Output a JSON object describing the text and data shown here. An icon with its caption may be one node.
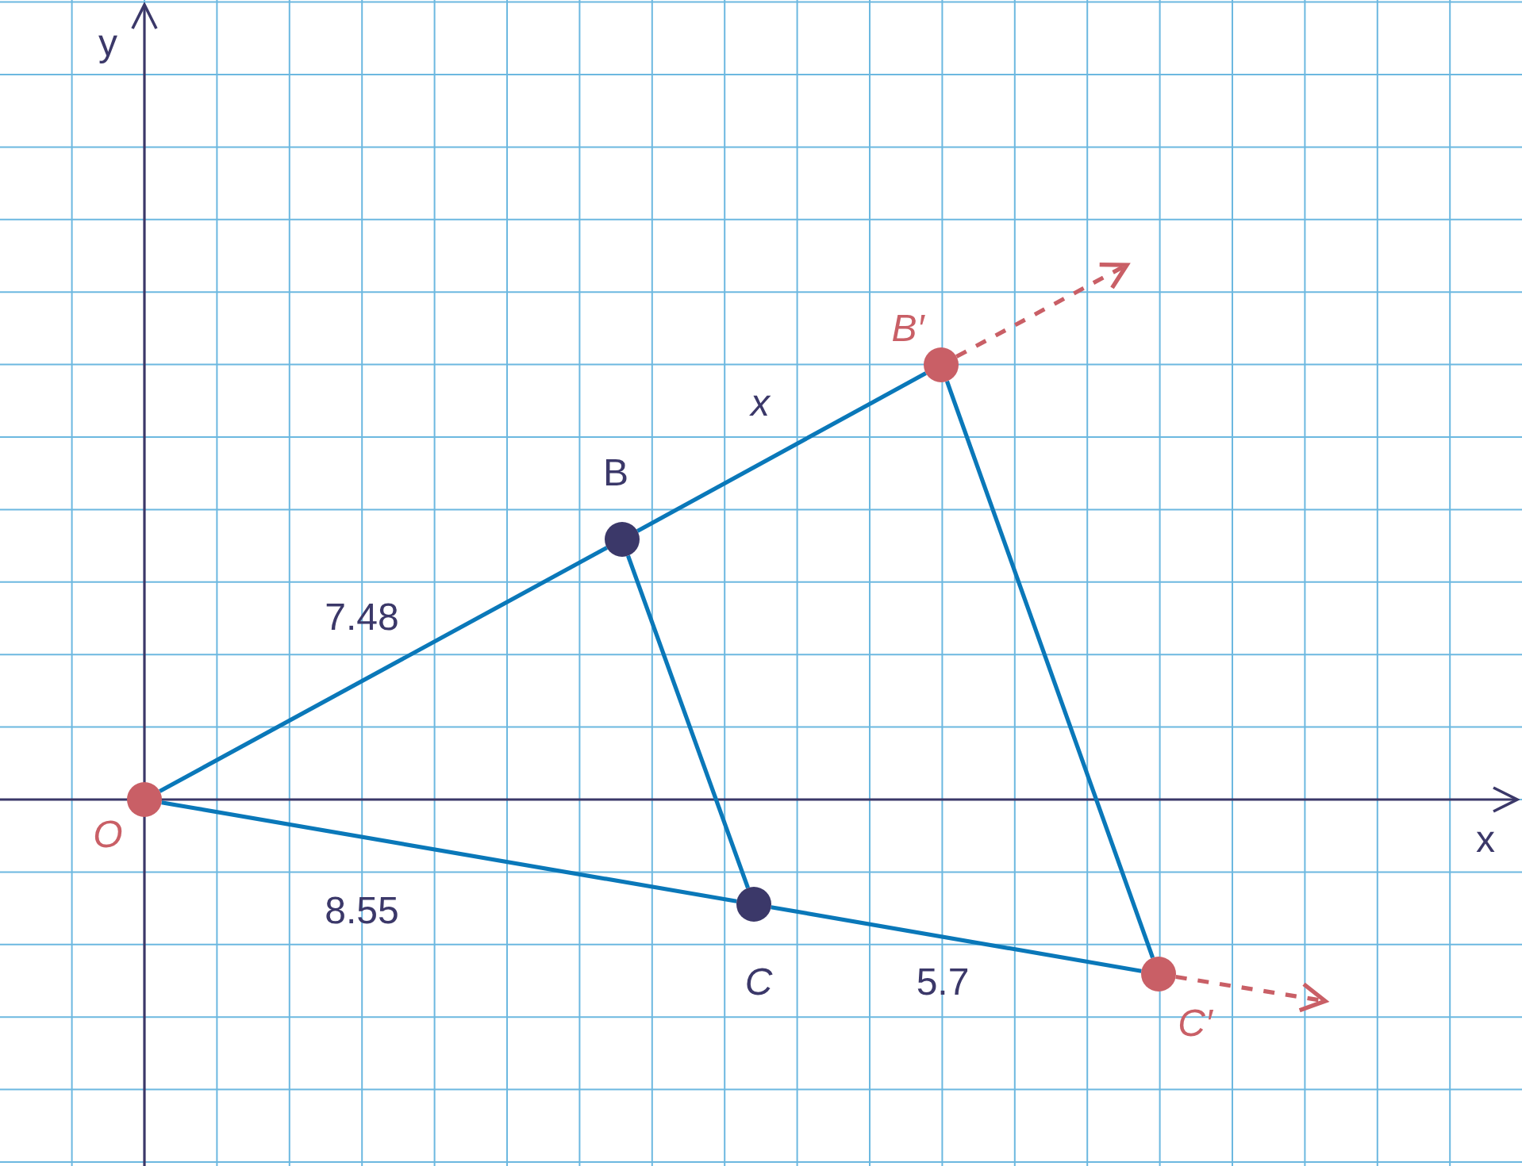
{
  "diagram": {
    "nodes": [
      {
        "text": [],
        "shape": "circle",
        "beside": [
          "O"
        ]
      },
      {
        "text": [],
        "shape": "circle",
        "beside": [
          "B"
        ]
      },
      {
        "text": [],
        "shape": "circle",
        "beside": [
          "C"
        ]
      },
      {
        "text": [],
        "shape": "circle",
        "beside": [
          "B′"
        ]
      },
      {
        "text": [],
        "shape": "circle",
        "beside": [
          "C′"
        ]
      }
    ],
    "edges": [
      {
        "from": 0,
        "to": 1,
        "arrow": "none",
        "label": "7.48"
      },
      {
        "from": 1,
        "to": 3,
        "arrow": "none",
        "label": "x"
      },
      {
        "from": 0,
        "to": 2,
        "arrow": "none",
        "label": "8.55"
      },
      {
        "from": 2,
        "to": 4,
        "arrow": "none",
        "label": "5.7"
      },
      {
        "from": 1,
        "to": 2,
        "arrow": "none"
      },
      {
        "from": 3,
        "to": 4,
        "arrow": "none"
      },
      {
        "from": 3,
        "to": null,
        "arrow": "to",
        "style": "dashed",
        "color": "#c95f66"
      },
      {
        "from": 4,
        "to": null,
        "arrow": "to",
        "style": "dashed",
        "color": "#c95f66"
      }
    ],
    "labels": [
      "y",
      "x"
    ]
  }
}
